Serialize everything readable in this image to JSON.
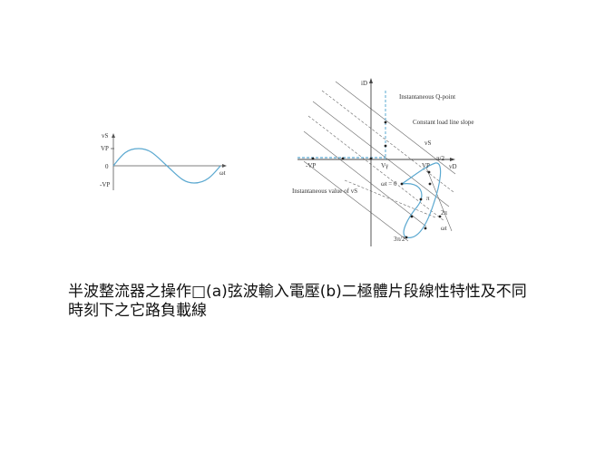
{
  "figure_a": {
    "y_axis_label": "vS",
    "x_axis_label": "ωt",
    "ticks": [
      "VP",
      "0",
      "-VP"
    ]
  },
  "figure_b": {
    "y_axis_label": "iD",
    "x_axis_label": "vD",
    "annotations": {
      "q_point": "Instantaneous Q-point",
      "load_line": "Constant load line slope",
      "vs_value": "Instantaneous value of vS",
      "vs_axis": "vS",
      "wt_axis": "ωt",
      "wt0": "ωt = 0"
    },
    "x_ticks": [
      "-VP",
      "Vγ",
      "VP"
    ],
    "phase_labels": [
      "π/2",
      "π",
      "2π",
      "3π/2"
    ]
  },
  "caption": "半波整流器之操作□(a)弦波輸入電壓(b)二極體片段線性特性及不同時刻下之它路負載線",
  "colors": {
    "curve": "#5aa8d0",
    "line": "#444444"
  }
}
